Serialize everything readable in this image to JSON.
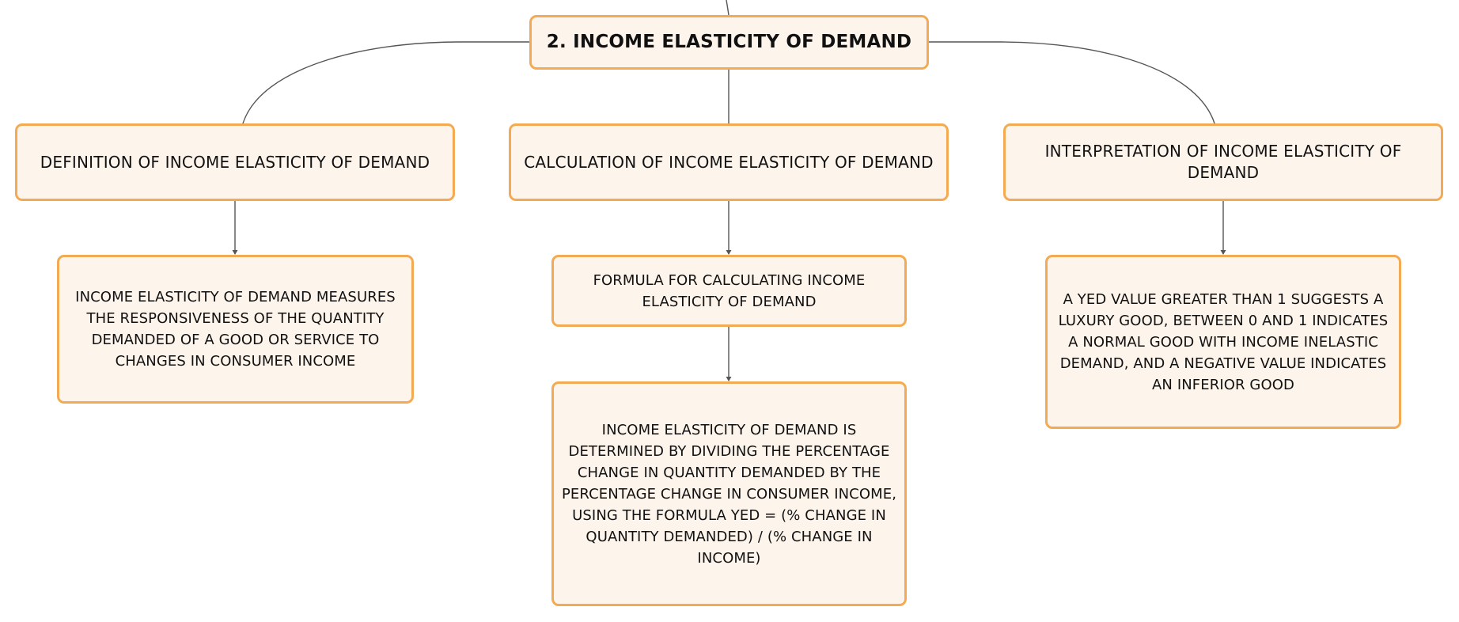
{
  "colors": {
    "node_fill": "#fdf4ec",
    "node_border": "#f4aa52",
    "connector": "#555555",
    "text": "#111111"
  },
  "root": {
    "label": "2. INCOME ELASTICITY OF DEMAND"
  },
  "branches": [
    {
      "label": "DEFINITION OF INCOME ELASTICITY OF DEMAND",
      "children": [
        "INCOME ELASTICITY OF DEMAND MEASURES THE RESPONSIVENESS OF THE QUANTITY DEMANDED OF A GOOD OR SERVICE TO CHANGES IN CONSUMER INCOME"
      ]
    },
    {
      "label": "CALCULATION OF INCOME ELASTICITY OF DEMAND",
      "children": [
        "FORMULA FOR CALCULATING INCOME ELASTICITY OF DEMAND",
        "INCOME ELASTICITY OF DEMAND IS DETERMINED BY DIVIDING THE PERCENTAGE CHANGE IN QUANTITY DEMANDED BY THE PERCENTAGE CHANGE IN CONSUMER INCOME, USING THE FORMULA YED = (% CHANGE IN QUANTITY DEMANDED) / (% CHANGE IN INCOME)"
      ]
    },
    {
      "label": "INTERPRETATION OF INCOME ELASTICITY OF DEMAND",
      "children": [
        "A YED VALUE GREATER THAN 1 SUGGESTS A LUXURY GOOD, BETWEEN 0 AND 1 INDICATES A NORMAL GOOD WITH INCOME INELASTIC DEMAND, AND A NEGATIVE VALUE INDICATES AN INFERIOR GOOD"
      ]
    }
  ]
}
